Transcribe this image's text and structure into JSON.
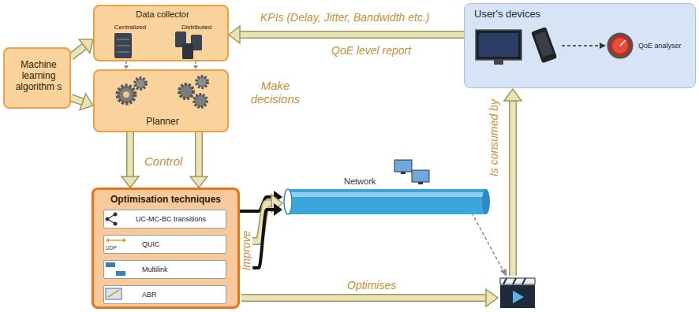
{
  "diagram": {
    "nodes": [
      {
        "text": [
          "Data collector",
          "Centralized",
          "Distributed"
        ]
      },
      {
        "text": [
          "Planner"
        ]
      },
      {
        "text": [
          "Machine learning algorithm s"
        ]
      },
      {
        "text": [
          "User's devices",
          "QoE analyser"
        ]
      },
      {
        "text": [
          "Optimisation techniques"
        ]
      },
      {
        "text": [
          "UC-MC-BC transitions"
        ],
        "in": 4
      },
      {
        "text": [
          "QUIC"
        ],
        "in": 4
      },
      {
        "text": [
          "Multilink"
        ],
        "in": 4
      },
      {
        "text": [
          "ABR"
        ],
        "in": 4
      },
      {
        "text": [
          "Network"
        ]
      }
    ],
    "edges": [
      {
        "from": 2,
        "to": 0,
        "arrow": "to"
      },
      {
        "from": 2,
        "to": 1,
        "arrow": "to"
      },
      {
        "from": 3,
        "to": 0,
        "arrow": "to"
      },
      {
        "from": 0,
        "to": 1,
        "arrow": "to"
      },
      {
        "from": 0,
        "to": 1,
        "arrow": "to"
      },
      {
        "from": 1,
        "to": 4,
        "arrow": "to"
      },
      {
        "from": 1,
        "to": 4,
        "arrow": "to"
      },
      {
        "from": 4,
        "to": 9,
        "arrow": "to"
      },
      {
        "from": 4,
        "to": 9,
        "arrow": "to"
      },
      {
        "from": 4,
        "to": 9,
        "arrow": "to"
      }
    ],
    "labels": [
      "KPIs (Delay, Jitter, Bandwidth etc.)",
      "QoE level report",
      "Make decisions",
      "Control",
      "Improve",
      "Optimises",
      "Is consumed by",
      "UDP"
    ]
  }
}
